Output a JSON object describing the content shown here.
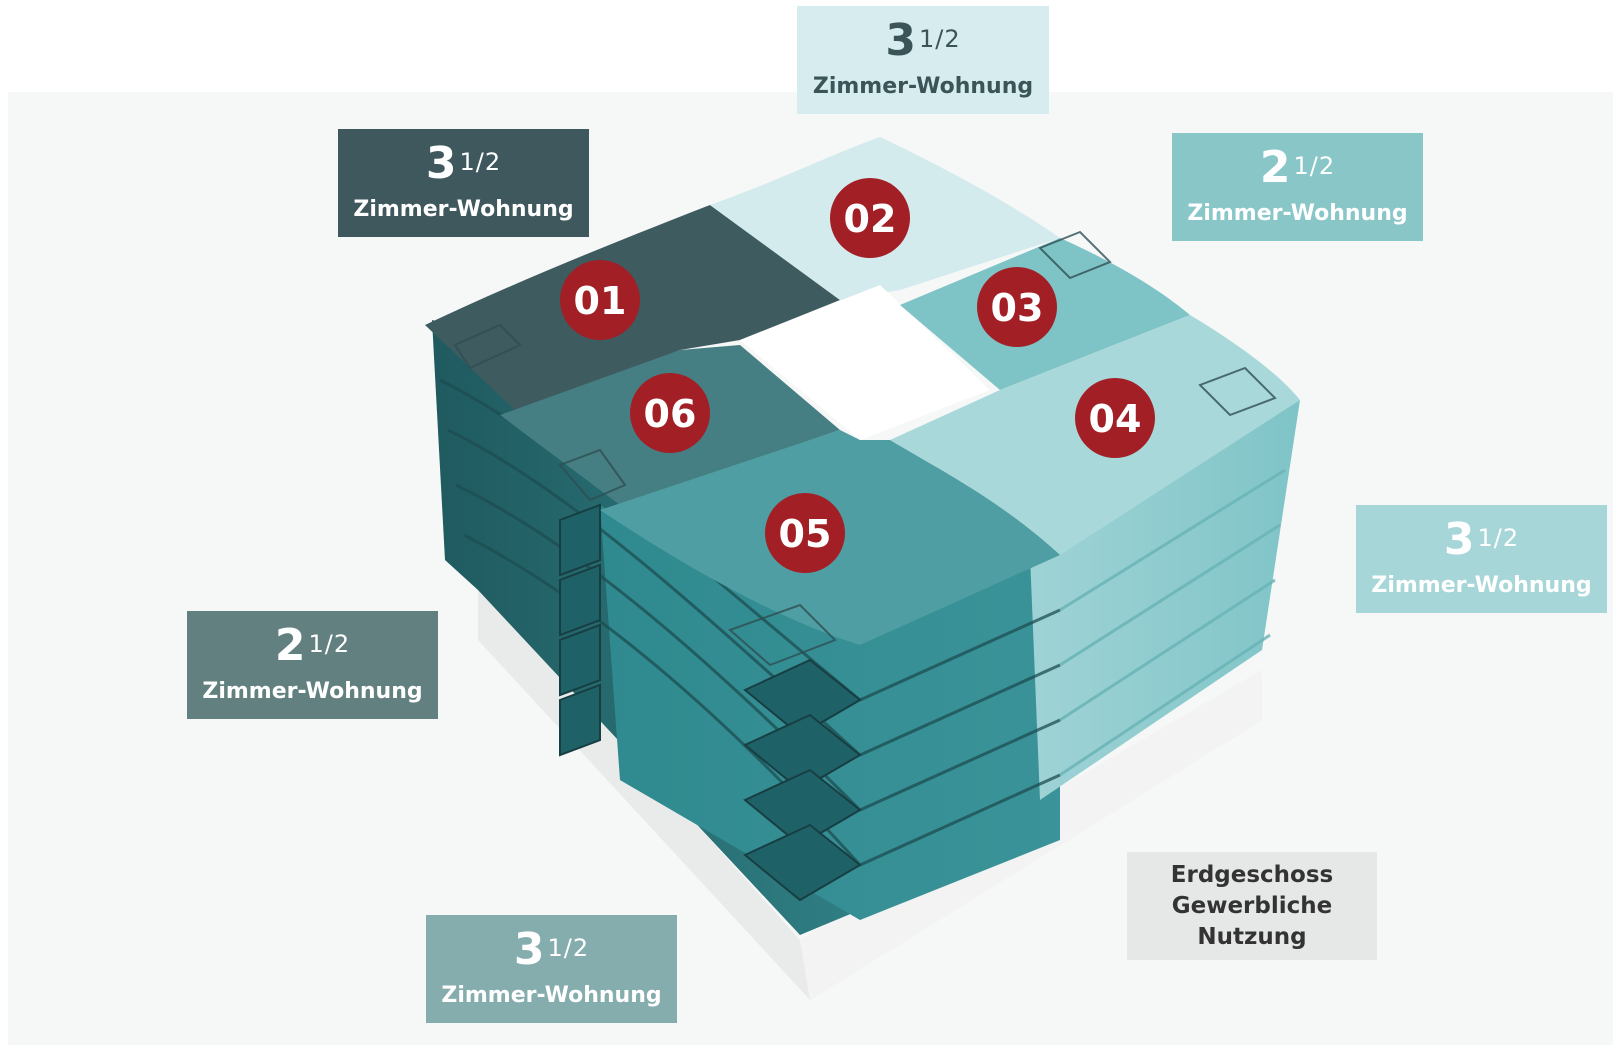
{
  "labels": [
    {
      "id": "label-top-center",
      "rooms": "3",
      "fraction": "1/2",
      "unit_type": "Zimmer-Wohnung",
      "color": "#d7ecee",
      "text_color": "#3a5457"
    },
    {
      "id": "label-top-left",
      "rooms": "3",
      "fraction": "1/2",
      "unit_type": "Zimmer-Wohnung",
      "color": "#3e585d",
      "text_color": "#ffffff"
    },
    {
      "id": "label-top-right",
      "rooms": "2",
      "fraction": "1/2",
      "unit_type": "Zimmer-Wohnung",
      "color": "#88c6c8",
      "text_color": "#ffffff"
    },
    {
      "id": "label-right",
      "rooms": "3",
      "fraction": "1/2",
      "unit_type": "Zimmer-Wohnung",
      "color": "#a7d6d8",
      "text_color": "#ffffff"
    },
    {
      "id": "label-left",
      "rooms": "2",
      "fraction": "1/2",
      "unit_type": "Zimmer-Wohnung",
      "color": "#61807f",
      "text_color": "#ffffff"
    },
    {
      "id": "label-bottom",
      "rooms": "3",
      "fraction": "1/2",
      "unit_type": "Zimmer-Wohnung",
      "color": "#86adae",
      "text_color": "#ffffff"
    }
  ],
  "ground_floor": {
    "line1": "Erdgeschoss",
    "line2": "Gewerbliche",
    "line3": "Nutzung",
    "color": "#e6e7e7"
  },
  "units": [
    "01",
    "02",
    "03",
    "04",
    "05",
    "06"
  ],
  "colors": {
    "badge": "#a21f26",
    "unit_01": "#3e5b5f",
    "unit_02": "#d4ebed",
    "unit_03": "#7ec3c6",
    "unit_04": "#a9d8da",
    "unit_05": "#4f9ea3",
    "unit_06": "#467f83",
    "courtyard": "#ffffff",
    "base": "#e9eaea"
  }
}
